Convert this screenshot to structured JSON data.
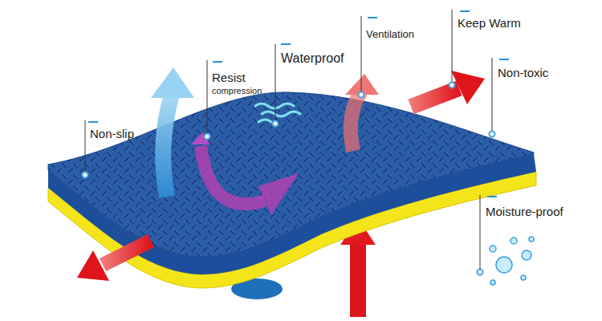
{
  "diagram": {
    "labels": [
      "Non-slip",
      "Resist",
      "compression",
      "Waterproof",
      "Ventilation",
      "Keep Warm",
      "Non-toxic",
      "Moisture-proof"
    ]
  }
}
